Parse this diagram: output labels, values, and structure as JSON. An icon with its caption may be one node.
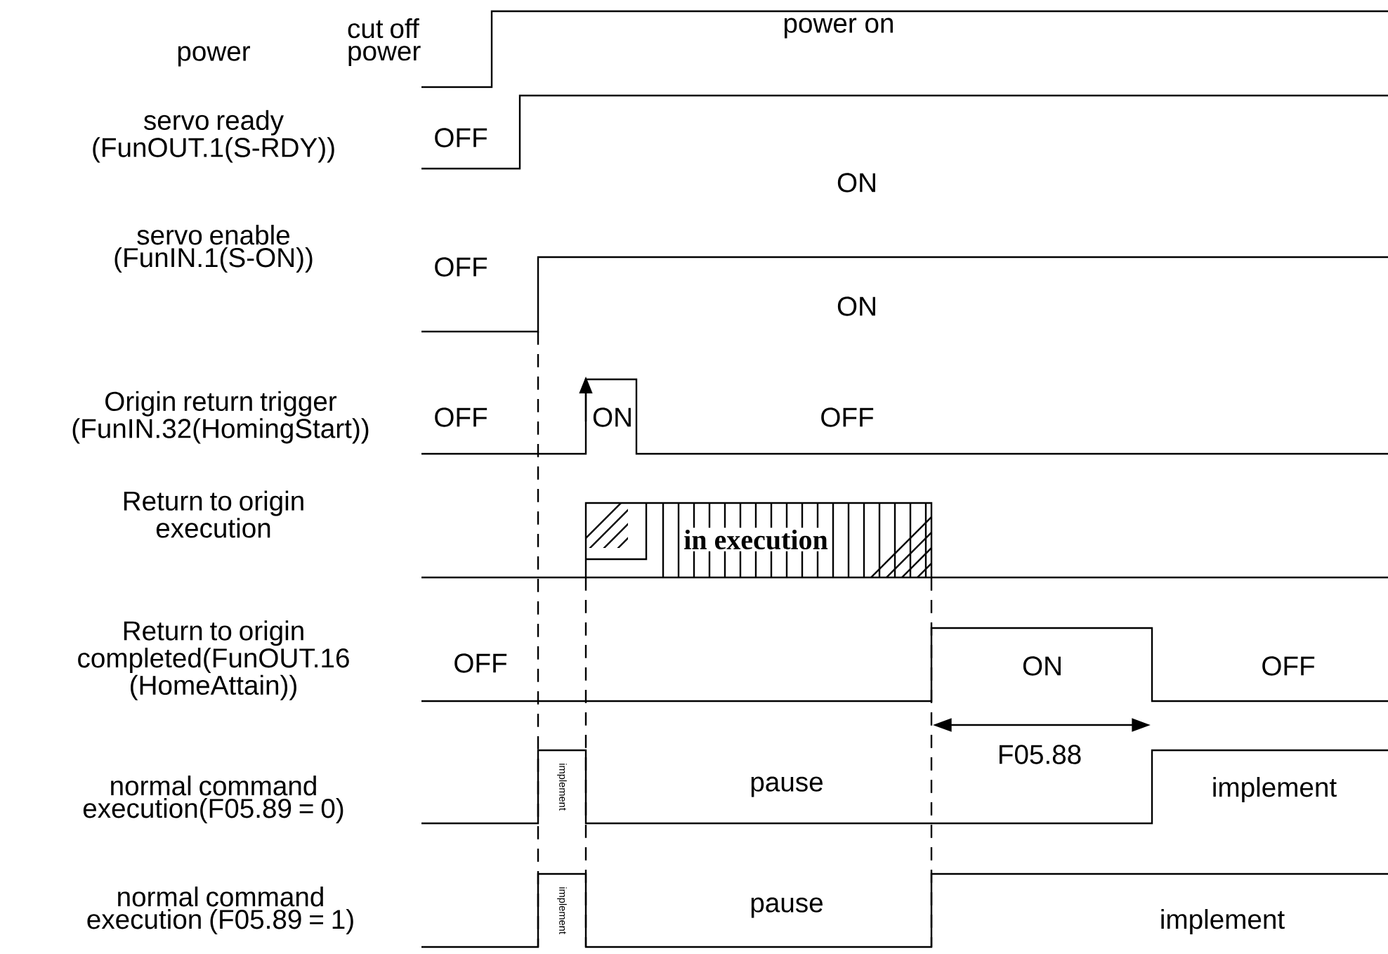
{
  "diagram": {
    "labels": [
      "power",
      "cut off power",
      "power on",
      "servo ready (FunOUT.1(S-RDY))",
      "OFF",
      "ON",
      "servo enable (FunIN.1(S-ON))",
      "OFF",
      "ON",
      "Origin return trigger (FunIN.32(HomingStart))",
      "OFF",
      "ON",
      "OFF",
      "Return to origin execution",
      "in execution",
      "Return to origin completed(FunOUT.16 (HomeAttain))",
      "OFF",
      "ON",
      "OFF",
      "F05.88",
      "normal command execution(F05.89 = 0)",
      "implement",
      "pause",
      "implement",
      "normal command execution (F05.89 = 1)",
      "implement",
      "pause",
      "implement"
    ]
  }
}
